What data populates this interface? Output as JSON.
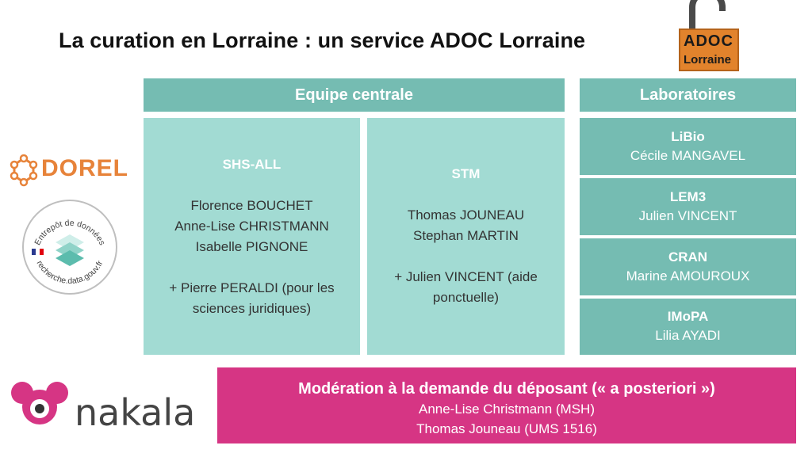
{
  "title": "La curation en Lorraine : un service ADOC Lorraine",
  "logo_adoc": {
    "line1": "ADOC",
    "line2": "Lorraine"
  },
  "logos_left": {
    "dorel": "DOREL",
    "entrepot_top": "Entrepôt de données",
    "entrepot_bottom": "recherche.data.gouv.fr",
    "nakala": "nakala"
  },
  "central": {
    "header": "Equipe centrale",
    "shs": {
      "name": "SHS-ALL",
      "members": [
        "Florence BOUCHET",
        "Anne-Lise CHRISTMANN",
        "Isabelle PIGNONE"
      ],
      "extra_line1": "+ Pierre PERALDI (pour les",
      "extra_line2": "sciences juridiques)"
    },
    "stm": {
      "name": "STM",
      "members": [
        "Thomas JOUNEAU",
        "Stephan MARTIN"
      ],
      "extra_line1": "+ Julien VINCENT (aide",
      "extra_line2": "ponctuelle)"
    }
  },
  "labs": {
    "header": "Laboratoires",
    "items": [
      {
        "name": "LiBio",
        "person": "Cécile MANGAVEL"
      },
      {
        "name": "LEM3",
        "person": "Julien VINCENT"
      },
      {
        "name": "CRAN",
        "person": "Marine AMOUROUX"
      },
      {
        "name": "IMoPA",
        "person": "Lilia AYADI"
      }
    ]
  },
  "moderation": {
    "title": "Modération à la demande du déposant (« a posteriori »)",
    "lines": [
      "Anne-Lise Christmann (MSH)",
      "Thomas Jouneau (UMS 1516)"
    ]
  },
  "colors": {
    "teal_dark": "#75bcb2",
    "teal_light": "#a2dbd3",
    "magenta": "#d63584",
    "orange": "#e2832c"
  }
}
